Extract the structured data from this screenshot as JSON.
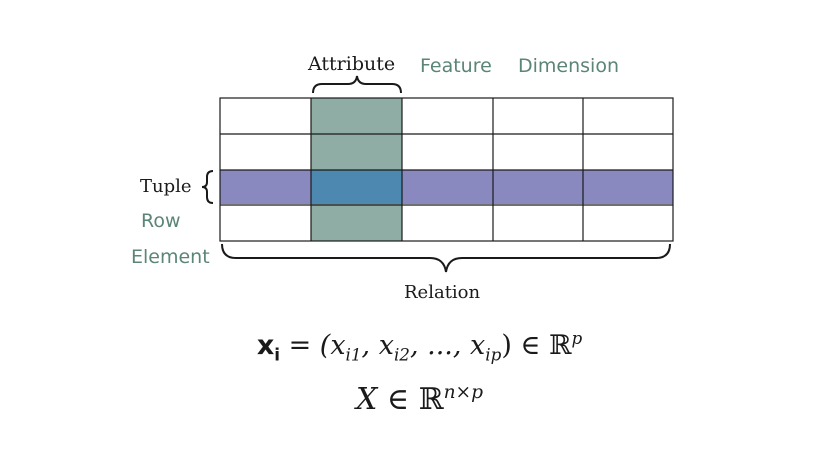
{
  "labels": {
    "attribute": "Attribute",
    "feature": "Feature",
    "dimension": "Dimension",
    "tuple": "Tuple",
    "row": "Row",
    "element": "Element",
    "relation": "Relation"
  },
  "colors": {
    "column_highlight": "#8fada5",
    "row_highlight": "#8a89bf",
    "intersection": "#4c88b0",
    "grid_line": "#1a1a1a",
    "synonym_text": "#5a8577"
  },
  "table": {
    "rows": 4,
    "columns": 5,
    "highlight_row_number": 3,
    "highlight_column_number": 2
  },
  "formulas": {
    "vector_lhs": "x",
    "vector_lhs_sub": "i",
    "vector_rhs": "= (x",
    "sub1": "i1",
    "sep1": ", x",
    "sub2": "i2",
    "sep2": ", ..., x",
    "subp": "ip",
    "close": ") ∈ ℝ",
    "sup_p": "p",
    "matrix_lhs": "X",
    "matrix_rhs": "∈ ℝ",
    "sup_np": "n×p"
  }
}
